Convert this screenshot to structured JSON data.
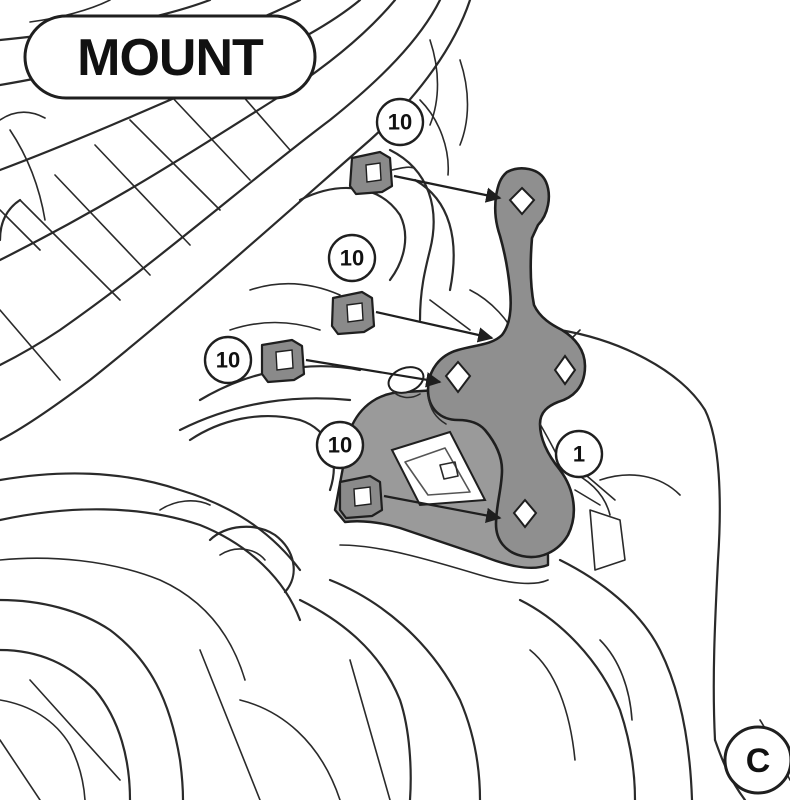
{
  "title": "MOUNT",
  "view_label": "C",
  "callouts": {
    "part_1": "1",
    "clip_top": "10",
    "clip_upper_mid": "10",
    "clip_left": "10",
    "clip_lower": "10"
  },
  "colors": {
    "line": "#2a2a2a",
    "part_fill": "#8f8f8f",
    "background": "#ffffff"
  }
}
